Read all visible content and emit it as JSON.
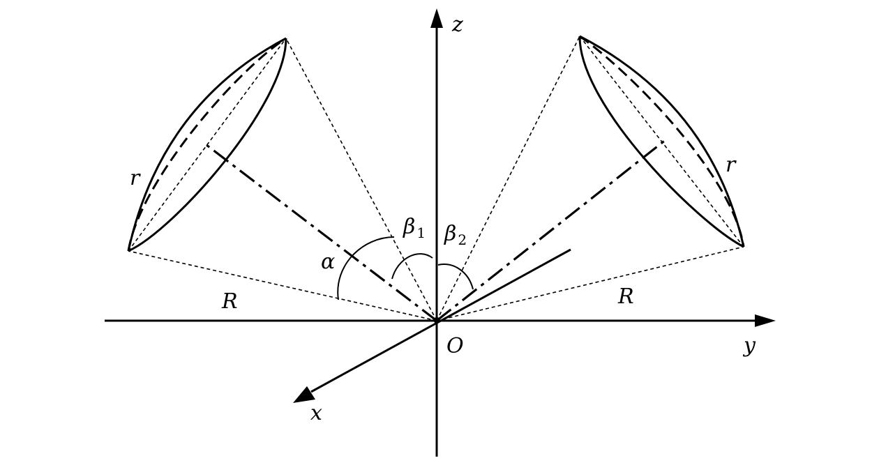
{
  "labels": {
    "z_axis": "z",
    "y_axis": "y",
    "x_axis": "x",
    "origin": "O",
    "radius_left": "R",
    "radius_right": "R",
    "small_radius_left": "r",
    "small_radius_right": "r",
    "alpha": "α",
    "beta1": "β",
    "beta1_sub": "1",
    "beta2": "β",
    "beta2_sub": "2"
  }
}
